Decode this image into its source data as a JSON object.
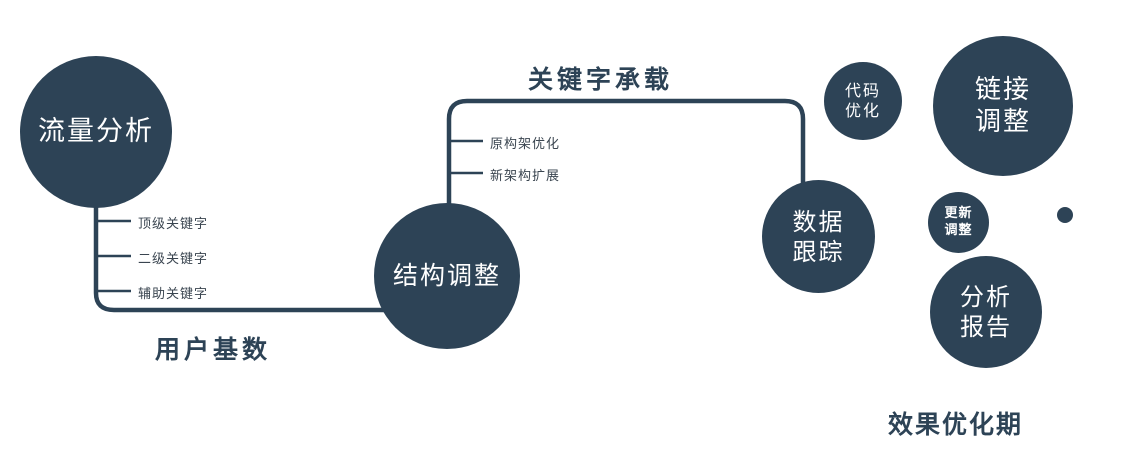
{
  "colors": {
    "navy": "#2d4356",
    "circle_text": "#ffffff",
    "tick_text": "#3a4550"
  },
  "diagram": {
    "circles": {
      "traffic": {
        "label": "流量分析"
      },
      "structure": {
        "label": "结构调整"
      },
      "tracking": {
        "line1": "数据",
        "line2": "跟踪"
      },
      "code": {
        "line1": "代码",
        "line2": "优化"
      },
      "link": {
        "line1": "链接",
        "line2": "调整"
      },
      "update": {
        "line1": "更新",
        "line2": "调整"
      },
      "report": {
        "line1": "分析",
        "line2": "报告"
      }
    },
    "ticks_left": [
      "顶级关键字",
      "二级关键字",
      "辅助关键字"
    ],
    "ticks_mid": [
      "原构架优化",
      "新架构扩展"
    ],
    "edge_labels": {
      "user_base": "用户基数",
      "keyword_carry": "关键字承载",
      "effect_period": "效果优化期"
    }
  }
}
